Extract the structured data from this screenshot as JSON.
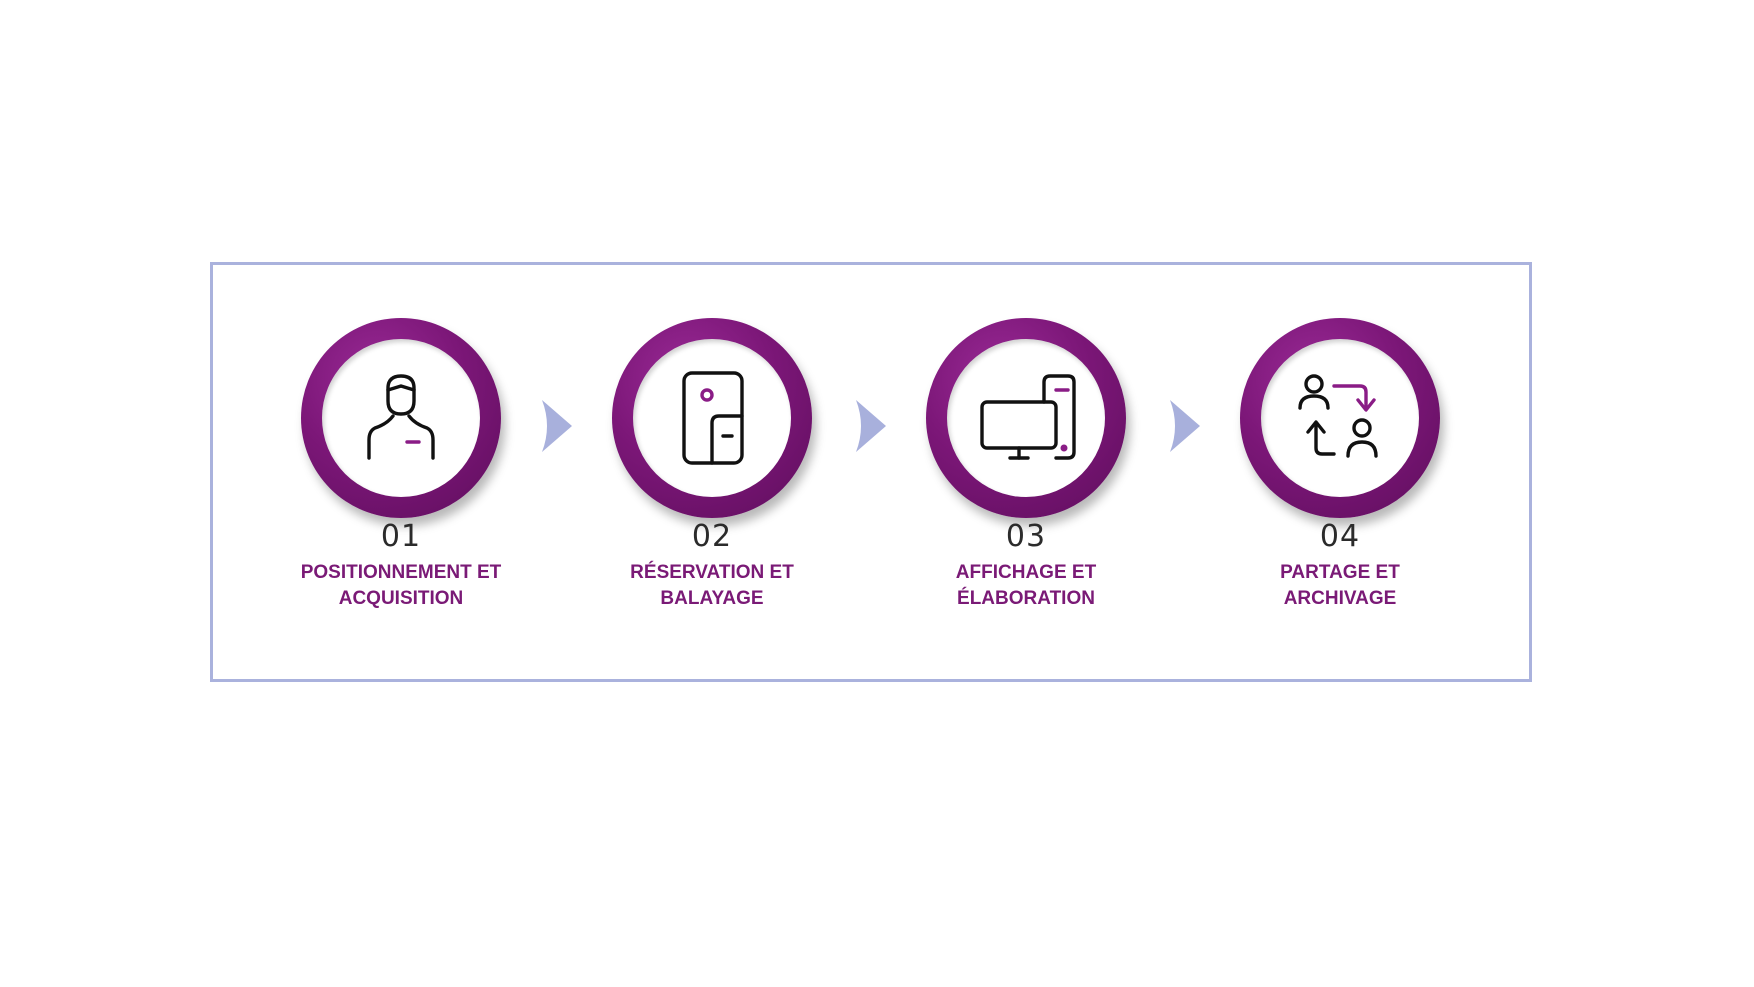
{
  "colors": {
    "ring": "#7c1778",
    "label": "#7a1a76",
    "frame": "#aab2dd",
    "chevron": "#a8b0dc",
    "icon_stroke": "#111111",
    "icon_accent": "#8a1c86"
  },
  "steps": [
    {
      "number": "01",
      "label_line1": "POSITIONNEMENT ET",
      "label_line2": "ACQUISITION",
      "icon": "person-icon"
    },
    {
      "number": "02",
      "label_line1": "RÉSERVATION ET",
      "label_line2": "BALAYAGE",
      "icon": "scanner-icon"
    },
    {
      "number": "03",
      "label_line1": "AFFICHAGE ET",
      "label_line2": "ÉLABORATION",
      "icon": "devices-icon"
    },
    {
      "number": "04",
      "label_line1": "PARTAGE ET",
      "label_line2": "ARCHIVAGE",
      "icon": "share-users-icon"
    }
  ]
}
